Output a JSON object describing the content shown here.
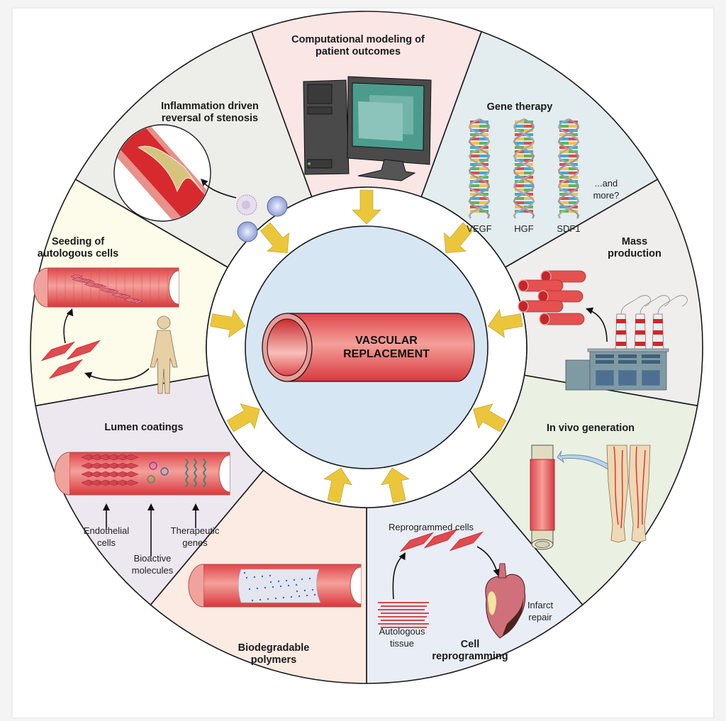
{
  "figure": {
    "center_label_line1": "VASCULAR",
    "center_label_line2": "REPLACEMENT",
    "segments": [
      {
        "id": "computational",
        "title": [
          "Computational modeling of",
          "patient outcomes"
        ],
        "color": "#fbe6e6"
      },
      {
        "id": "gene-therapy",
        "title": [
          "Gene therapy"
        ],
        "color": "#e3ecef",
        "genes": [
          "VEGF",
          "HGF",
          "SDF1"
        ],
        "note": [
          "...and",
          "more?"
        ]
      },
      {
        "id": "mass-production",
        "title": [
          "Mass",
          "production"
        ],
        "color": "#efeeec"
      },
      {
        "id": "in-vivo",
        "title": [
          "In vivo generation"
        ],
        "color": "#eaf0e2"
      },
      {
        "id": "cell-reprogramming",
        "title": [
          "Cell",
          "reprogramming"
        ],
        "color": "#e9edf6",
        "labels": {
          "reprogrammed": "Reprogrammed cells",
          "autologous": [
            "Autologous",
            "tissue"
          ],
          "infarct": [
            "Infarct",
            "repair"
          ]
        }
      },
      {
        "id": "biodegradable",
        "title": [
          "Biodegradable",
          "polymers"
        ],
        "color": "#fbebe2"
      },
      {
        "id": "lumen-coatings",
        "title": [
          "Lumen coatings"
        ],
        "color": "#ede7f0",
        "labels": {
          "endothelial": [
            "Endothelial",
            "cells"
          ],
          "bioactive": [
            "Bioactive",
            "molecules"
          ],
          "therapeutic": [
            "Therapeutic",
            "genes"
          ]
        }
      },
      {
        "id": "seeding",
        "title": [
          "Seeding of",
          "autologous cells"
        ],
        "color": "#fdfbe9"
      },
      {
        "id": "inflammation",
        "title": [
          "Inflammation driven",
          "reversal of stenosis"
        ],
        "color": "#ededea"
      }
    ],
    "colors": {
      "inner_circle": "#d7e6f3",
      "arrow": "#ecc63a",
      "vessel": "#e0464a",
      "outline": "#1a1a1a"
    }
  }
}
